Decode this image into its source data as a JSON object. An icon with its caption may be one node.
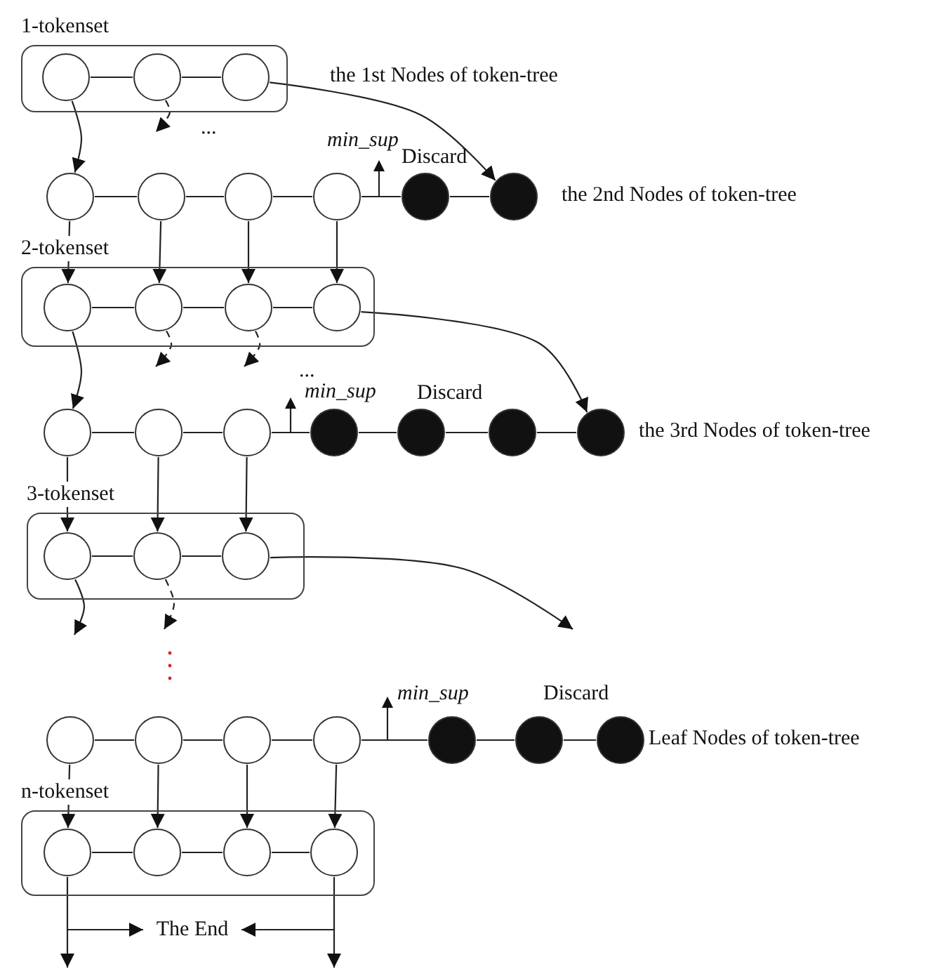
{
  "diagram": {
    "nodes": [
      {
        "text": [
          "1-tokenset"
        ]
      },
      {
        "text": [],
        "shape": "circle",
        "in": 0
      },
      {
        "text": [],
        "shape": "circle",
        "in": 0
      },
      {
        "text": [],
        "shape": "circle",
        "in": 0
      },
      {
        "text": [],
        "shape": "circle"
      },
      {
        "text": [],
        "shape": "circle"
      },
      {
        "text": [],
        "shape": "circle"
      },
      {
        "text": [],
        "shape": "circle"
      },
      {
        "text": [],
        "shape": "disc"
      },
      {
        "text": [],
        "shape": "disc"
      },
      {
        "text": [
          "2-tokenset"
        ]
      },
      {
        "text": [],
        "shape": "circle",
        "in": 10
      },
      {
        "text": [],
        "shape": "circle",
        "in": 10
      },
      {
        "text": [],
        "shape": "circle",
        "in": 10
      },
      {
        "text": [],
        "shape": "circle",
        "in": 10
      },
      {
        "text": [],
        "shape": "circle"
      },
      {
        "text": [],
        "shape": "circle"
      },
      {
        "text": [],
        "shape": "circle"
      },
      {
        "text": [],
        "shape": "disc"
      },
      {
        "text": [],
        "shape": "disc"
      },
      {
        "text": [],
        "shape": "disc"
      },
      {
        "text": [],
        "shape": "disc"
      },
      {
        "text": [
          "3-tokenset"
        ]
      },
      {
        "text": [],
        "shape": "circle",
        "in": 22
      },
      {
        "text": [],
        "shape": "circle",
        "in": 22
      },
      {
        "text": [],
        "shape": "circle",
        "in": 22
      },
      {
        "text": [],
        "shape": "circle"
      },
      {
        "text": [],
        "shape": "circle"
      },
      {
        "text": [],
        "shape": "circle"
      },
      {
        "text": [],
        "shape": "circle"
      },
      {
        "text": [],
        "shape": "disc"
      },
      {
        "text": [],
        "shape": "disc"
      },
      {
        "text": [],
        "shape": "disc"
      },
      {
        "text": [
          "n-tokenset"
        ]
      },
      {
        "text": [],
        "shape": "circle",
        "in": 33
      },
      {
        "text": [],
        "shape": "circle",
        "in": 33
      },
      {
        "text": [],
        "shape": "circle",
        "in": 33
      },
      {
        "text": [],
        "shape": "circle",
        "in": 33
      },
      {
        "text": [
          "The End"
        ]
      }
    ],
    "edges": [
      {
        "from": 1,
        "to": 2,
        "arrow": "none"
      },
      {
        "from": 2,
        "to": 3,
        "arrow": "none"
      },
      {
        "from": 1,
        "to": 4,
        "arrow": "to"
      },
      {
        "from": 2,
        "to": null,
        "arrow": "to",
        "style": "dashed"
      },
      {
        "from": 3,
        "to": 9,
        "arrow": "to"
      },
      {
        "from": 4,
        "to": 5,
        "arrow": "none"
      },
      {
        "from": 5,
        "to": 6,
        "arrow": "none"
      },
      {
        "from": 6,
        "to": 7,
        "arrow": "none"
      },
      {
        "from": 7,
        "to": 8,
        "arrow": "none"
      },
      {
        "from": 8,
        "to": 9,
        "arrow": "none"
      },
      {
        "from": 4,
        "to": 11,
        "arrow": "to"
      },
      {
        "from": 5,
        "to": 12,
        "arrow": "to"
      },
      {
        "from": 6,
        "to": 13,
        "arrow": "to"
      },
      {
        "from": 7,
        "to": 14,
        "arrow": "to"
      },
      {
        "from": 11,
        "to": 12,
        "arrow": "none"
      },
      {
        "from": 12,
        "to": 13,
        "arrow": "none"
      },
      {
        "from": 13,
        "to": 14,
        "arrow": "none"
      },
      {
        "from": 11,
        "to": 15,
        "arrow": "to"
      },
      {
        "from": 12,
        "to": null,
        "arrow": "to",
        "style": "dashed"
      },
      {
        "from": 13,
        "to": null,
        "arrow": "to",
        "style": "dashed"
      },
      {
        "from": 14,
        "to": 21,
        "arrow": "to"
      },
      {
        "from": 15,
        "to": 16,
        "arrow": "none"
      },
      {
        "from": 16,
        "to": 17,
        "arrow": "none"
      },
      {
        "from": 17,
        "to": 18,
        "arrow": "none"
      },
      {
        "from": 18,
        "to": 19,
        "arrow": "none"
      },
      {
        "from": 19,
        "to": 20,
        "arrow": "none"
      },
      {
        "from": 20,
        "to": 21,
        "arrow": "none"
      },
      {
        "from": 15,
        "to": 23,
        "arrow": "to"
      },
      {
        "from": 16,
        "to": 24,
        "arrow": "to"
      },
      {
        "from": 17,
        "to": 25,
        "arrow": "to"
      },
      {
        "from": 23,
        "to": 24,
        "arrow": "none"
      },
      {
        "from": 24,
        "to": 25,
        "arrow": "none"
      },
      {
        "from": 23,
        "to": null,
        "arrow": "to"
      },
      {
        "from": 24,
        "to": null,
        "arrow": "to",
        "style": "dashed"
      },
      {
        "from": 25,
        "to": null,
        "arrow": "to"
      },
      {
        "from": 26,
        "to": 27,
        "arrow": "none"
      },
      {
        "from": 27,
        "to": 28,
        "arrow": "none"
      },
      {
        "from": 28,
        "to": 29,
        "arrow": "none"
      },
      {
        "from": 29,
        "to": 30,
        "arrow": "none"
      },
      {
        "from": 30,
        "to": 31,
        "arrow": "none"
      },
      {
        "from": 31,
        "to": 32,
        "arrow": "none"
      },
      {
        "from": 26,
        "to": 34,
        "arrow": "to"
      },
      {
        "from": 27,
        "to": 35,
        "arrow": "to"
      },
      {
        "from": 28,
        "to": 36,
        "arrow": "to"
      },
      {
        "from": 29,
        "to": 37,
        "arrow": "to"
      },
      {
        "from": 34,
        "to": 35,
        "arrow": "none"
      },
      {
        "from": 35,
        "to": 36,
        "arrow": "none"
      },
      {
        "from": 36,
        "to": 37,
        "arrow": "none"
      },
      {
        "from": 34,
        "to": null,
        "arrow": "to"
      },
      {
        "from": 37,
        "to": null,
        "arrow": "to"
      },
      {
        "from": null,
        "to": 38,
        "arrow": "to"
      },
      {
        "from": null,
        "to": 38,
        "arrow": "to"
      }
    ],
    "labels": [
      "the 1st Nodes of token-tree",
      "...",
      "min_sup",
      "Discard",
      "the 2nd Nodes of token-tree",
      "...",
      "min_sup",
      "Discard",
      "the 3rd Nodes of token-tree",
      "min_sup",
      "Discard",
      "Leaf Nodes of token-tree"
    ]
  }
}
